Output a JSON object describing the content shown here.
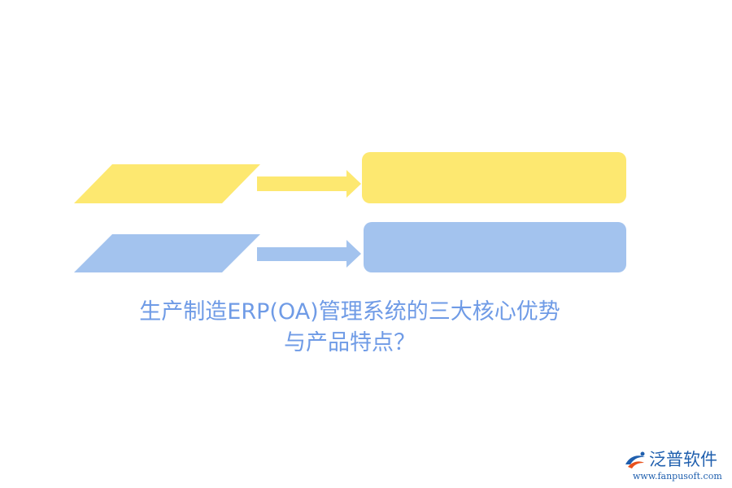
{
  "title": {
    "line1": "生产制造ERP(OA)管理系统的三大核心优势",
    "line2": "与产品特点？"
  },
  "rows": [
    {
      "color": "#fde870"
    },
    {
      "color": "#a3c3ee"
    }
  ],
  "logo": {
    "name": "泛普软件",
    "url": "www.fanpusoft.com",
    "primary_color": "#1f5fae",
    "accent_color": "#e8511c"
  },
  "text_color": "#6f9be6"
}
